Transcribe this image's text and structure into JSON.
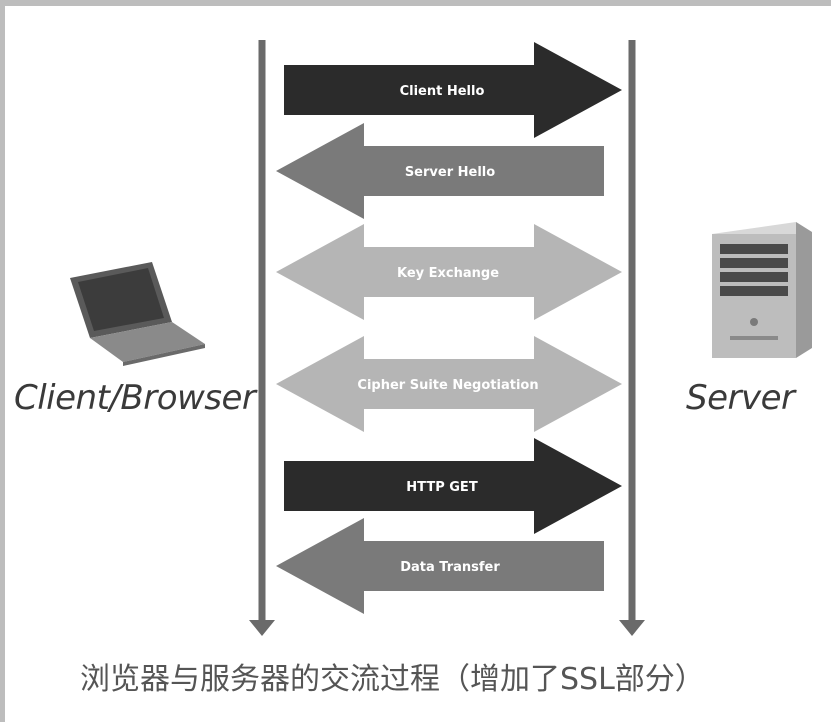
{
  "parties": {
    "client_label": "Client/Browser",
    "server_label": "Server"
  },
  "messages": [
    {
      "label": "Client Hello",
      "direction": "to-server",
      "tone": "dark"
    },
    {
      "label": "Server Hello",
      "direction": "to-client",
      "tone": "medium"
    },
    {
      "label": "Key Exchange",
      "direction": "both",
      "tone": "light"
    },
    {
      "label": "Cipher Suite Negotiation",
      "direction": "both",
      "tone": "light"
    },
    {
      "label": "HTTP GET",
      "direction": "to-server",
      "tone": "dark"
    },
    {
      "label": "Data Transfer",
      "direction": "to-client",
      "tone": "medium"
    }
  ],
  "caption": "浏览器与服务器的交流过程（增加了SSL部分）",
  "colors": {
    "dark": "#2b2b2b",
    "medium": "#7a7a7a",
    "light": "#b5b5b5",
    "lifeline": "#6a6a6a",
    "text_on_arrow": "#ffffff"
  }
}
